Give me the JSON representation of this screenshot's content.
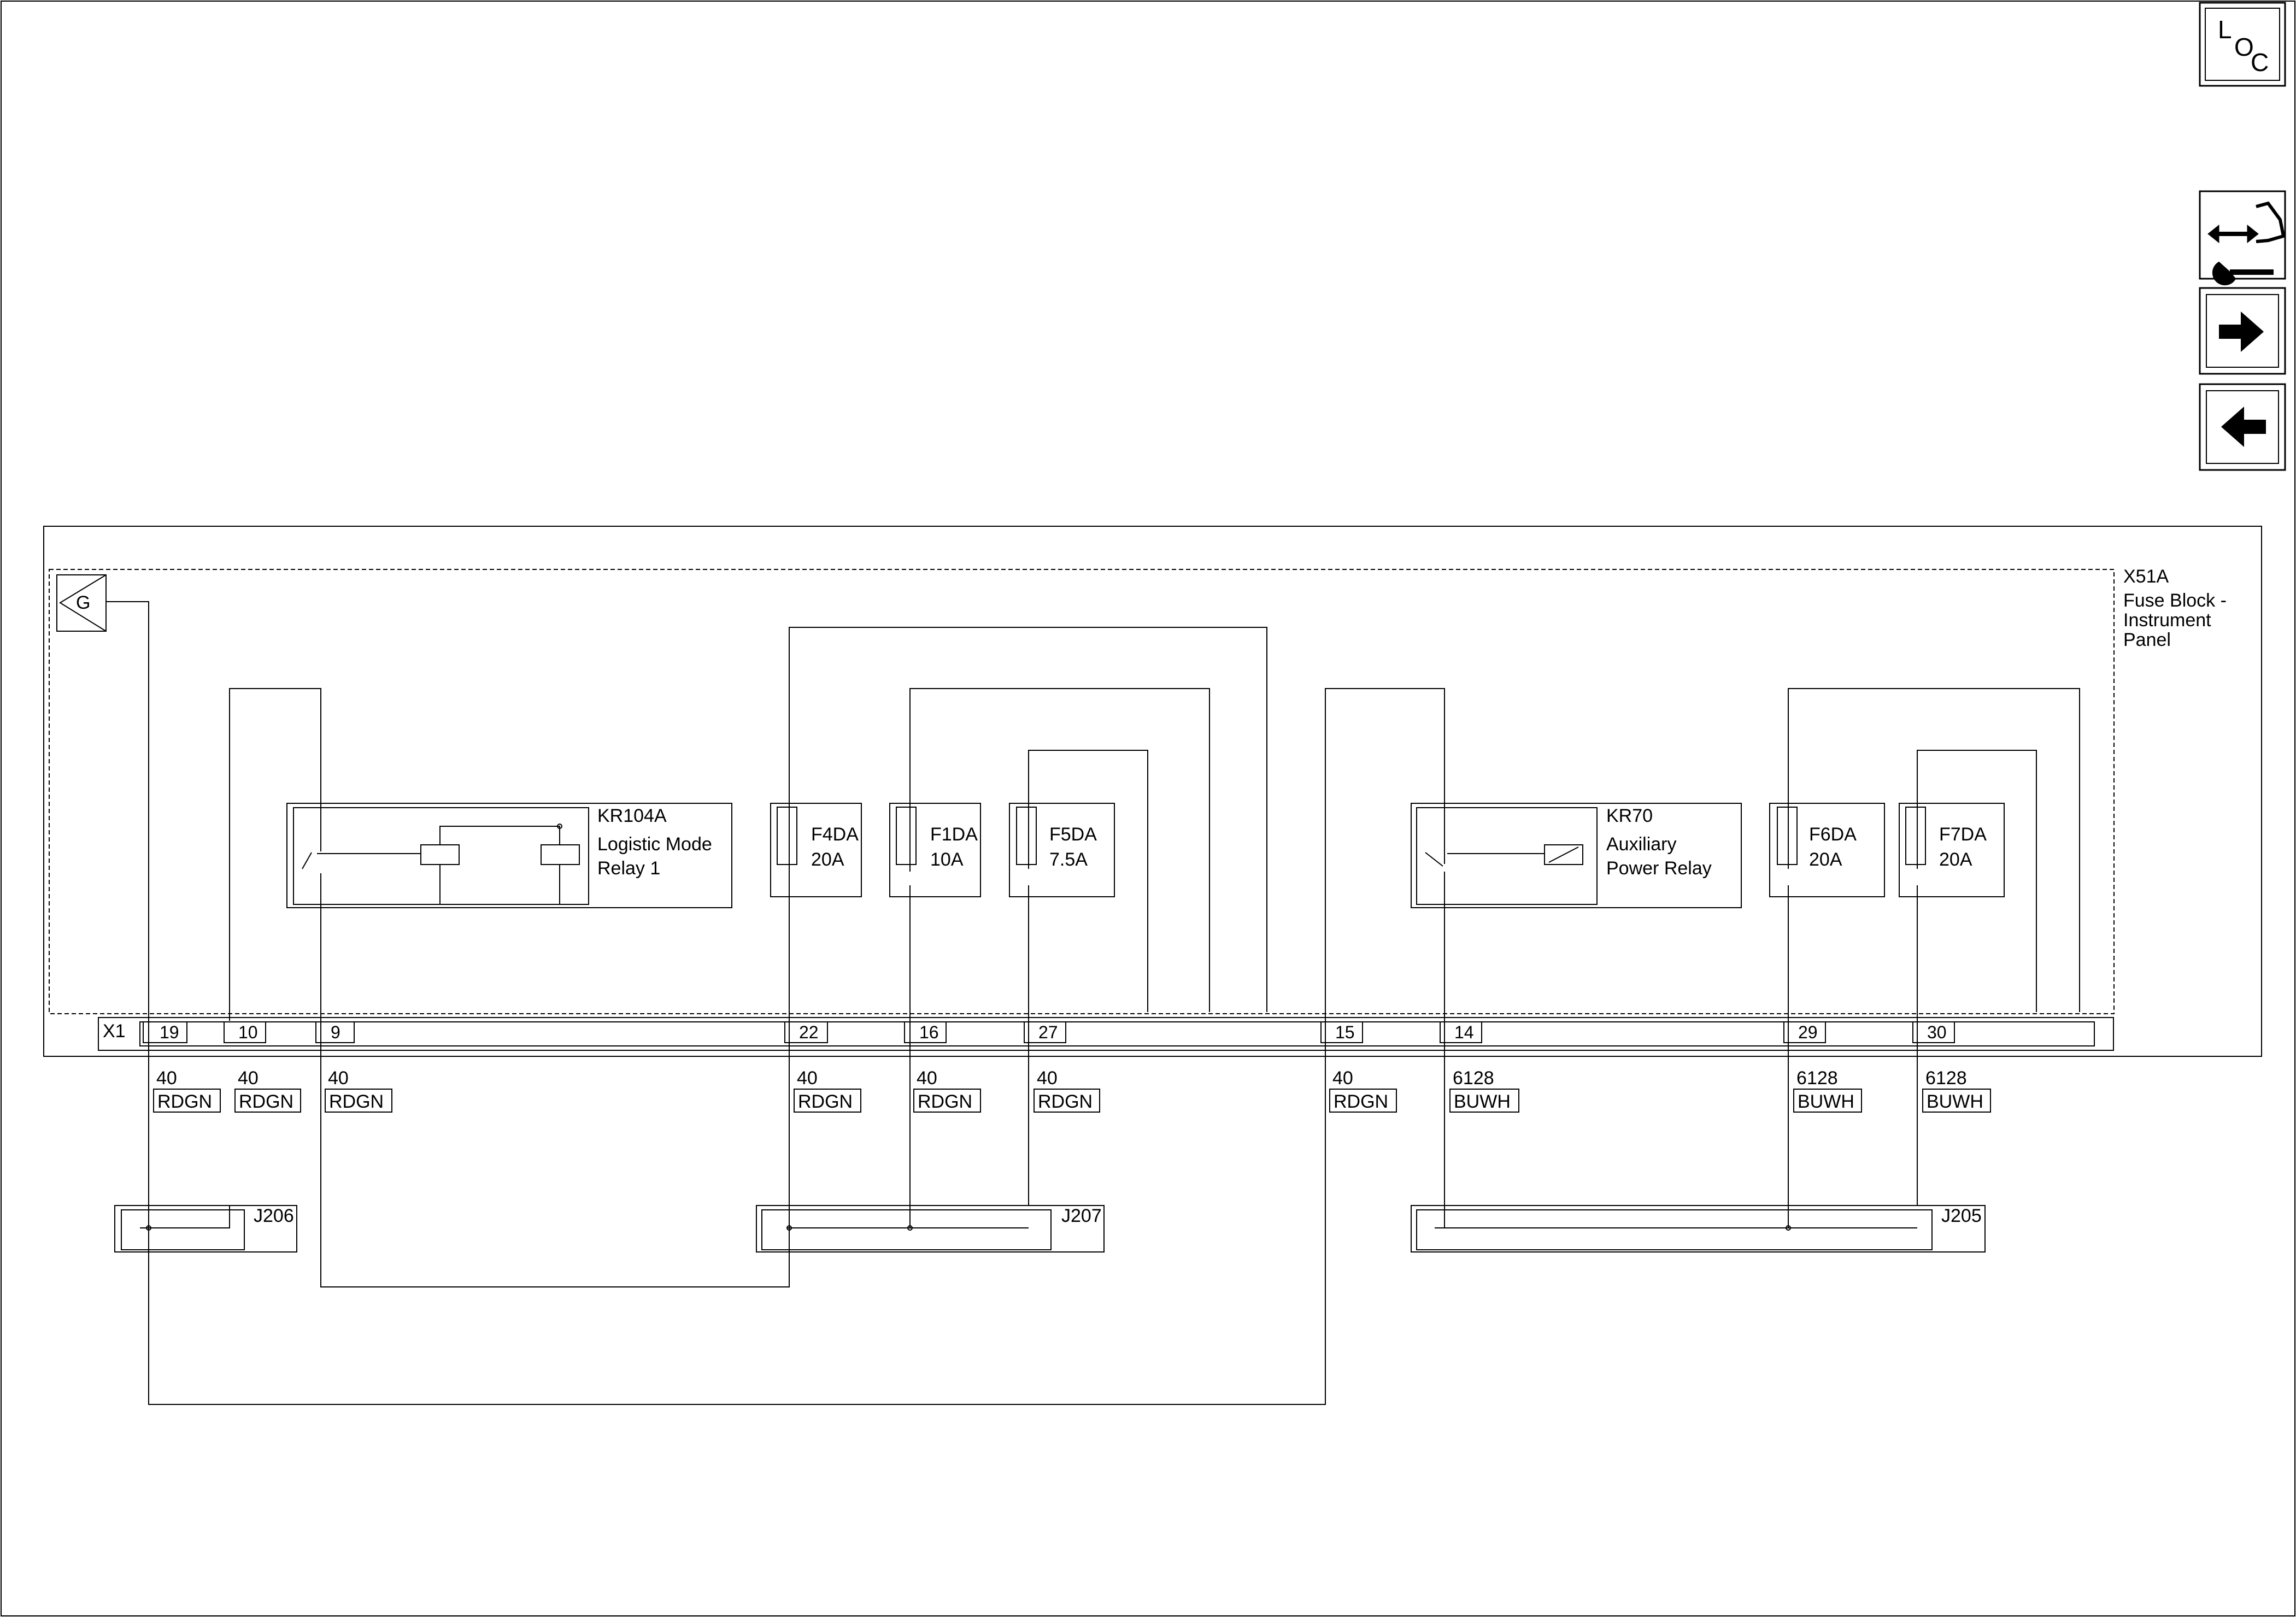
{
  "nav": {
    "loc_letters": [
      "L",
      "O",
      "C"
    ]
  },
  "module": {
    "id": "X51A",
    "name_lines": [
      "Fuse Block -",
      "Instrument",
      "Panel"
    ],
    "connector": "X1",
    "ground_symbol": "G"
  },
  "relays": [
    {
      "id": "KR104A",
      "name_lines": [
        "Logistic Mode",
        "Relay 1"
      ]
    },
    {
      "id": "KR70",
      "name_lines": [
        "Auxiliary",
        "Power Relay"
      ]
    }
  ],
  "fuses": [
    {
      "id": "F4DA",
      "rating": "20A"
    },
    {
      "id": "F1DA",
      "rating": "10A"
    },
    {
      "id": "F5DA",
      "rating": "7.5A"
    },
    {
      "id": "F6DA",
      "rating": "20A"
    },
    {
      "id": "F7DA",
      "rating": "20A"
    }
  ],
  "pins": [
    {
      "pin": "19",
      "circuit": "40",
      "color": "RDGN"
    },
    {
      "pin": "10",
      "circuit": "40",
      "color": "RDGN"
    },
    {
      "pin": "9",
      "circuit": "40",
      "color": "RDGN"
    },
    {
      "pin": "22",
      "circuit": "40",
      "color": "RDGN"
    },
    {
      "pin": "16",
      "circuit": "40",
      "color": "RDGN"
    },
    {
      "pin": "27",
      "circuit": "40",
      "color": "RDGN"
    },
    {
      "pin": "15",
      "circuit": "40",
      "color": "RDGN"
    },
    {
      "pin": "14",
      "circuit": "6128",
      "color": "BUWH"
    },
    {
      "pin": "29",
      "circuit": "6128",
      "color": "BUWH"
    },
    {
      "pin": "30",
      "circuit": "6128",
      "color": "BUWH"
    }
  ],
  "splices": [
    {
      "id": "J206"
    },
    {
      "id": "J207"
    },
    {
      "id": "J205"
    }
  ]
}
